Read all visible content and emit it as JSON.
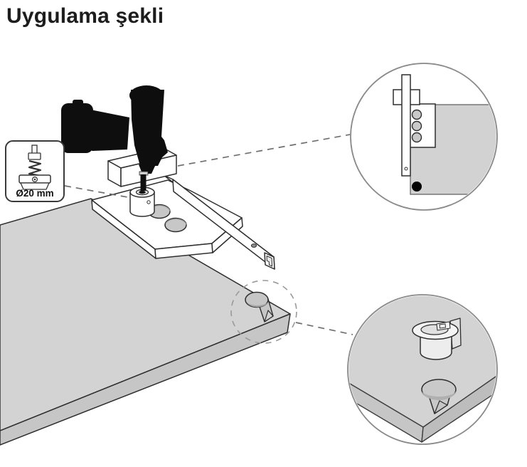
{
  "page": {
    "title": "Uygulama şekli"
  },
  "callout_box": {
    "label": "Ø20 mm",
    "icon": "spring-loaded-boring-bit-icon"
  },
  "diagram": {
    "elements": [
      "cordless-drill",
      "drill-guide-bushing",
      "drilling-jig-plate",
      "jig-guide-rail",
      "rail-stop-block",
      "chipboard-panel",
      "edge-hole-with-notch",
      "detail-magnifier-top",
      "detail-magnifier-bottom",
      "cam-lock-fitting"
    ],
    "colors": {
      "background": "#ffffff",
      "panel_top": "#d3d3d3",
      "panel_front": "#c6c6c6",
      "outline": "#333333",
      "drill_silhouette": "#0e0e0e",
      "callout_ring": "#8a8a8a",
      "dashed_line": "#6f6f6f",
      "drilled_hole_marker": "#000000"
    }
  }
}
